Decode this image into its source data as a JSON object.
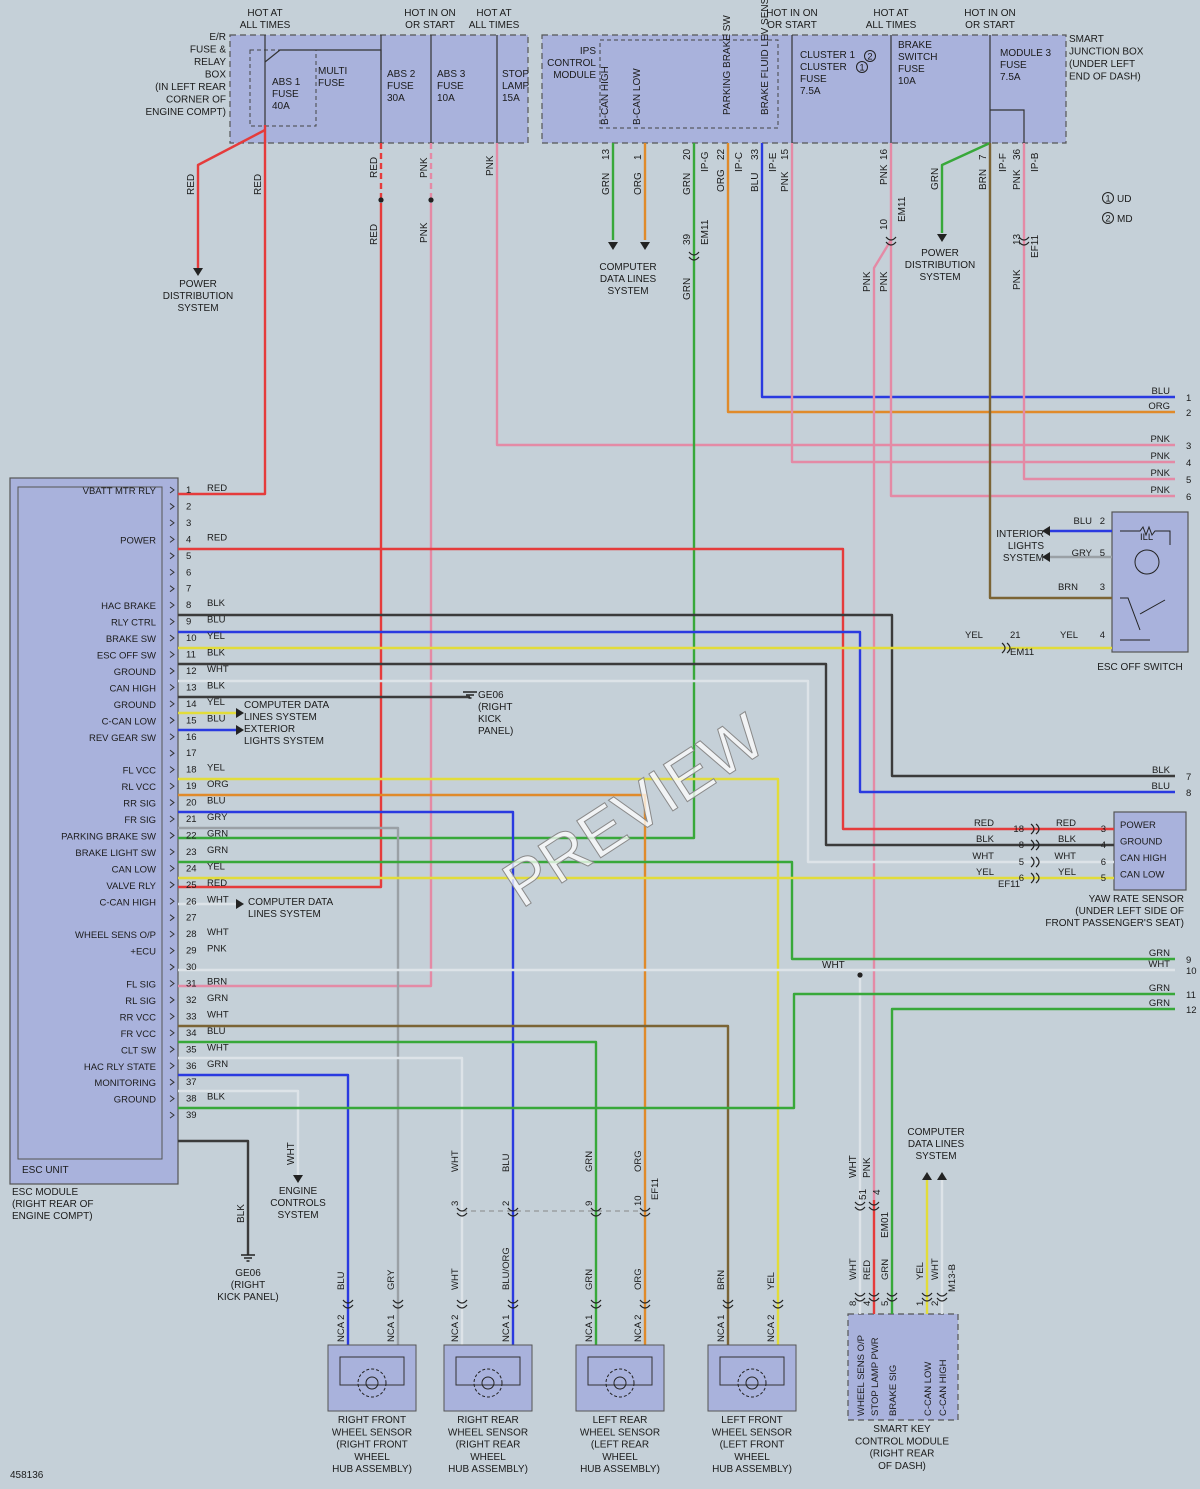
{
  "colors": {
    "RED": "#e53b3b",
    "PNK": "#e48aa5",
    "GRN": "#38a83a",
    "ORG": "#e08a2a",
    "BLU": "#2a3ae0",
    "YEL": "#e2dc3a",
    "WHT": "#dde3e8",
    "BLK": "#3b3b3b",
    "GRY": "#9aa0a5",
    "BRN": "#7b6435",
    "BOX": "#a9b2dc"
  },
  "diagram_id": "458136",
  "watermark": "PREVIEW",
  "legend": [
    {
      "mark": "1",
      "text": "UD"
    },
    {
      "mark": "2",
      "text": "MD"
    }
  ],
  "er_box": {
    "title": [
      "E/R",
      "FUSE &",
      "RELAY",
      "BOX",
      "(IN LEFT REAR",
      "CORNER OF",
      "ENGINE COMPT)"
    ],
    "hot1": [
      "HOT AT",
      "ALL TIMES"
    ],
    "hot2": [
      "HOT IN ON",
      "OR START"
    ],
    "hot3": [
      "HOT AT",
      "ALL TIMES"
    ],
    "multi": [
      "MULTI",
      "FUSE"
    ],
    "fuses": [
      [
        "ABS 1",
        "FUSE",
        "40A"
      ],
      [
        "ABS 2",
        "FUSE",
        "30A"
      ],
      [
        "ABS 3",
        "FUSE",
        "10A"
      ],
      [
        "STOP",
        "LAMP",
        "15A"
      ]
    ]
  },
  "sjb": {
    "title": [
      "SMART",
      "JUNCTION BOX",
      "(UNDER LEFT",
      "END OF DASH)"
    ],
    "hot1": [
      "HOT IN ON",
      "OR START"
    ],
    "hot2": [
      "HOT AT",
      "ALL TIMES"
    ],
    "hot3": [
      "HOT IN ON",
      "OR START"
    ],
    "ips": [
      "IPS",
      "CONTROL",
      "MODULE"
    ],
    "inner_labels": [
      "B-CAN HIGH",
      "B-CAN LOW",
      "PARKING BRAKE SW",
      "BRAKE FLUID LEV SENS"
    ],
    "fuses": [
      [
        "CLUSTER 1",
        "CLUSTER",
        "FUSE",
        "7.5A"
      ],
      [
        "BRAKE",
        "SWITCH",
        "FUSE",
        "10A"
      ],
      [
        "MODULE 3",
        "FUSE",
        "7.5A"
      ]
    ],
    "cluster_marks": [
      "2",
      "1"
    ]
  },
  "top_labels": {
    "pins": [
      "13",
      "1",
      "20",
      "22",
      "33",
      "15",
      "16",
      "7",
      "36"
    ],
    "connectors": [
      "IP-G",
      "IP-C",
      "IP-E",
      "IP-F",
      "IP-B"
    ],
    "em11": "EM11",
    "ef11": "EF11",
    "pin39": "39",
    "pin10": "10",
    "pin13": "13"
  },
  "systems": {
    "pds1": [
      "POWER",
      "DISTRIBUTION",
      "SYSTEM"
    ],
    "cdl1": [
      "COMPUTER",
      "DATA LINES",
      "SYSTEM"
    ],
    "pds2": [
      "POWER",
      "DISTRIBUTION",
      "SYSTEM"
    ],
    "cdl2": [
      "COMPUTER DATA",
      "LINES SYSTEM"
    ],
    "ext": [
      "EXTERIOR",
      "LIGHTS SYSTEM"
    ],
    "cdl3": [
      "COMPUTER DATA",
      "LINES SYSTEM"
    ],
    "engine": [
      "ENGINE",
      "CONTROLS",
      "SYSTEM"
    ],
    "cdl4": [
      "COMPUTER",
      "DATA LINES",
      "SYSTEM"
    ],
    "interior": [
      "INTERIOR",
      "LIGHTS",
      "SYSTEM"
    ],
    "ground_ge06": [
      "GE06",
      "(RIGHT",
      "KICK",
      "PANEL)"
    ],
    "ground_ge06b": [
      "GE06",
      "(RIGHT",
      "KICK PANEL)"
    ]
  },
  "esc": {
    "unit": "ESC UNIT",
    "module": [
      "ESC MODULE",
      "(RIGHT REAR OF",
      "ENGINE COMPT)"
    ],
    "pins": [
      {
        "n": "1",
        "label": "VBATT MTR RLY",
        "color": "RED"
      },
      {
        "n": "2",
        "label": "",
        "color": ""
      },
      {
        "n": "3",
        "label": "",
        "color": ""
      },
      {
        "n": "4",
        "label": "POWER",
        "color": "RED"
      },
      {
        "n": "5",
        "label": "",
        "color": ""
      },
      {
        "n": "6",
        "label": "",
        "color": ""
      },
      {
        "n": "7",
        "label": "",
        "color": ""
      },
      {
        "n": "8",
        "label": "HAC BRAKE",
        "color": "BLK"
      },
      {
        "n": "9",
        "label": "RLY CTRL",
        "color": "BLU"
      },
      {
        "n": "10",
        "label": "BRAKE SW",
        "color": "YEL"
      },
      {
        "n": "11",
        "label": "ESC OFF SW",
        "color": "BLK"
      },
      {
        "n": "12",
        "label": "GROUND",
        "color": "WHT"
      },
      {
        "n": "13",
        "label": "CAN HIGH",
        "color": "BLK"
      },
      {
        "n": "14",
        "label": "GROUND",
        "color": "YEL"
      },
      {
        "n": "15",
        "label": "C-CAN LOW",
        "color": "BLU"
      },
      {
        "n": "16",
        "label": "REV GEAR SW",
        "color": ""
      },
      {
        "n": "17",
        "label": "",
        "color": ""
      },
      {
        "n": "18",
        "label": "FL VCC",
        "color": "YEL"
      },
      {
        "n": "19",
        "label": "RL VCC",
        "color": "ORG"
      },
      {
        "n": "20",
        "label": "RR SIG",
        "color": "BLU"
      },
      {
        "n": "21",
        "label": "FR SIG",
        "color": "GRY"
      },
      {
        "n": "22",
        "label": "PARKING BRAKE SW",
        "color": "GRN"
      },
      {
        "n": "23",
        "label": "BRAKE LIGHT SW",
        "color": "GRN"
      },
      {
        "n": "24",
        "label": "CAN LOW",
        "color": "YEL"
      },
      {
        "n": "25",
        "label": "VALVE RLY",
        "color": "RED"
      },
      {
        "n": "26",
        "label": "C-CAN HIGH",
        "color": "WHT"
      },
      {
        "n": "27",
        "label": "",
        "color": ""
      },
      {
        "n": "28",
        "label": "WHEEL SENS O/P",
        "color": "WHT"
      },
      {
        "n": "29",
        "label": "+ECU",
        "color": "PNK"
      },
      {
        "n": "30",
        "label": "",
        "color": ""
      },
      {
        "n": "31",
        "label": "FL SIG",
        "color": "BRN"
      },
      {
        "n": "32",
        "label": "RL SIG",
        "color": "GRN"
      },
      {
        "n": "33",
        "label": "RR VCC",
        "color": "WHT"
      },
      {
        "n": "34",
        "label": "FR VCC",
        "color": "BLU"
      },
      {
        "n": "35",
        "label": "CLT SW",
        "color": "WHT"
      },
      {
        "n": "36",
        "label": "HAC RLY STATE",
        "color": "GRN"
      },
      {
        "n": "37",
        "label": "MONITORING",
        "color": ""
      },
      {
        "n": "38",
        "label": "GROUND",
        "color": "BLK"
      },
      {
        "n": "39",
        "label": "",
        "color": ""
      }
    ]
  },
  "right_edge": [
    {
      "n": "1",
      "color": "BLU"
    },
    {
      "n": "2",
      "color": "ORG"
    },
    {
      "n": "3",
      "color": "PNK"
    },
    {
      "n": "4",
      "color": "PNK"
    },
    {
      "n": "5",
      "color": "PNK"
    },
    {
      "n": "6",
      "color": "PNK"
    },
    {
      "n": "7",
      "color": "BLK"
    },
    {
      "n": "8",
      "color": "BLU"
    },
    {
      "n": "9",
      "color": "GRN"
    },
    {
      "n": "10",
      "color": "WHT"
    },
    {
      "n": "11",
      "color": "GRN"
    },
    {
      "n": "12",
      "color": "GRN"
    }
  ],
  "esc_switch": {
    "title": "ESC OFF SWITCH",
    "ill": "ILL",
    "pins": [
      "2",
      "5",
      "3",
      "4"
    ],
    "colors": [
      "BLU",
      "GRY",
      "BRN",
      "YEL"
    ],
    "em11": "EM11",
    "pin21": "21"
  },
  "yaw": {
    "title": [
      "YAW RATE SENSOR",
      "(UNDER LEFT SIDE OF",
      "FRONT PASSENGER'S SEAT)"
    ],
    "labels": [
      "POWER",
      "GROUND",
      "CAN HIGH",
      "CAN LOW"
    ],
    "pins": [
      "3",
      "4",
      "6",
      "5"
    ],
    "left_pins": [
      "18",
      "8",
      "5",
      "6"
    ],
    "colors": [
      "RED",
      "BLK",
      "WHT",
      "YEL"
    ],
    "ef11": "EF11"
  },
  "sensors": [
    {
      "name": [
        "RIGHT FRONT",
        "WHEEL SENSOR",
        "(RIGHT FRONT",
        "WHEEL",
        "HUB ASSEMBLY)"
      ],
      "pins": [
        "NCA 2",
        "NCA 1"
      ],
      "colors": [
        "BLU",
        "GRY"
      ]
    },
    {
      "name": [
        "RIGHT REAR",
        "WHEEL SENSOR",
        "(RIGHT REAR",
        "WHEEL",
        "HUB ASSEMBLY)"
      ],
      "pins": [
        "NCA 2",
        "NCA 1"
      ],
      "colors": [
        "WHT",
        "BLU/ORG"
      ],
      "top": [
        "WHT",
        "BLU"
      ],
      "top_pins": [
        "3",
        "2"
      ]
    },
    {
      "name": [
        "LEFT REAR",
        "WHEEL SENSOR",
        "(LEFT REAR",
        "WHEEL",
        "HUB ASSEMBLY)"
      ],
      "pins": [
        "NCA 1",
        "NCA 2"
      ],
      "colors": [
        "GRN",
        "ORG"
      ],
      "top": [
        "GRN",
        "ORG"
      ],
      "top_pins": [
        "9",
        "10"
      ]
    },
    {
      "name": [
        "LEFT FRONT",
        "WHEEL SENSOR",
        "(LEFT FRONT",
        "WHEEL",
        "HUB ASSEMBLY)"
      ],
      "pins": [
        "NCA 1",
        "NCA 2"
      ],
      "colors": [
        "BRN",
        "YEL"
      ]
    }
  ],
  "smart_key": {
    "title": [
      "SMART KEY",
      "CONTROL MODULE",
      "(RIGHT REAR",
      "OF DASH)"
    ],
    "labels": [
      "WHEEL SENS O/P",
      "STOP LAMP PWR",
      "BRAKE SIG",
      "C-CAN LOW",
      "C-CAN HIGH"
    ],
    "pins": [
      "8",
      "4",
      "5",
      "1",
      "2"
    ],
    "colors": [
      "WHT",
      "RED",
      "GRN",
      "YEL",
      "WHT"
    ],
    "m13b": "M13-B",
    "pin51": "51",
    "pin4": "4",
    "em01": "EM01",
    "top_colors": [
      "WHT",
      "PNK"
    ]
  },
  "misc": {
    "ef11": "EF11",
    "wht": "WHT",
    "blk": "BLK",
    "wht2": "WHT"
  }
}
